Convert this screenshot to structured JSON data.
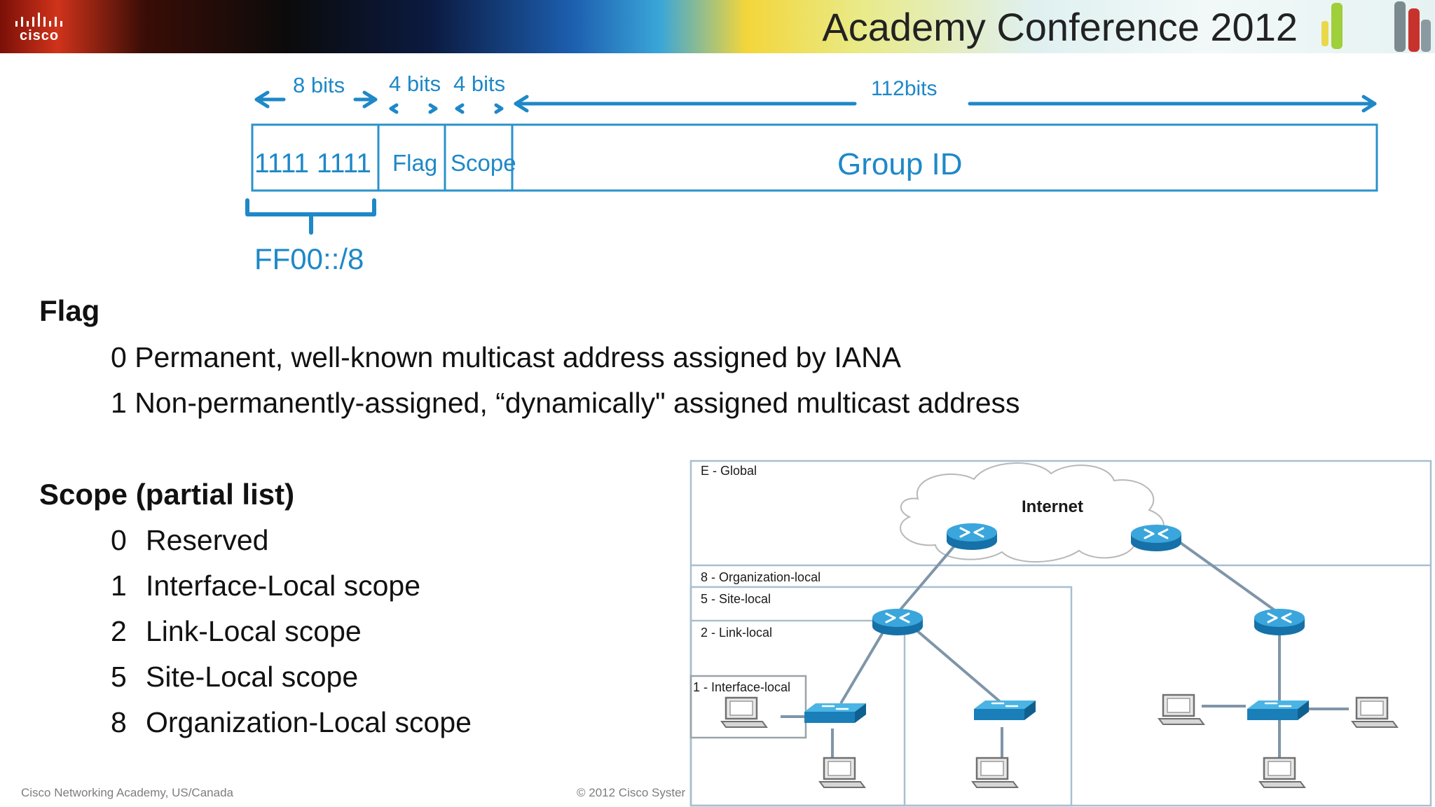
{
  "header": {
    "logo_text": "cisco",
    "title": "Academy Conference 2012"
  },
  "address_format": {
    "bits_labels": [
      "8 bits",
      "4 bits",
      "4 bits",
      "112bits"
    ],
    "fields": [
      "1111 1111",
      "Flag",
      "Scope",
      "Group ID"
    ],
    "prefix": "FF00::/8"
  },
  "flag_section": {
    "heading": "Flag",
    "items": [
      "0 Permanent, well-known multicast address assigned by IANA",
      "1 Non-permanently-assigned, “dynamically\" assigned multicast address"
    ]
  },
  "scope_section": {
    "heading": "Scope (partial list)",
    "items": [
      {
        "code": "0",
        "label": "Reserved"
      },
      {
        "code": "1",
        "label": "Interface-Local scope"
      },
      {
        "code": "2",
        "label": "Link-Local scope"
      },
      {
        "code": "5",
        "label": "Site-Local scope"
      },
      {
        "code": "8",
        "label": "Organization-Local scope"
      }
    ]
  },
  "network_diagram": {
    "zones": [
      "E  - Global",
      "8  - Organization-local",
      "5 - Site-local",
      "2 - Link-local",
      "1 - Interface-local"
    ],
    "cloud_label": "Internet"
  },
  "footer": {
    "left": "Cisco Networking Academy, US/Canada",
    "center": "© 2012 Cisco Syster"
  },
  "colors": {
    "accent": "#1e88c8",
    "router": "#2a9ad6",
    "box_border": "#a8bfd0"
  }
}
